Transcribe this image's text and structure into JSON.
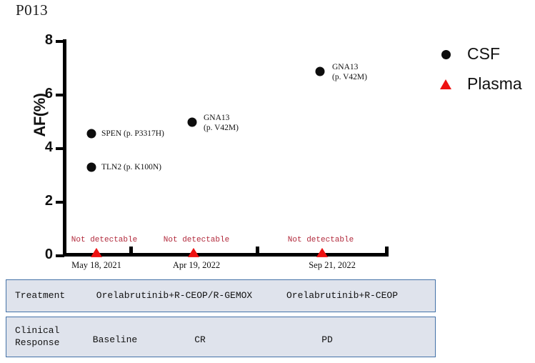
{
  "chart_data": {
    "type": "scatter",
    "title": "P013",
    "xlabel": "",
    "ylabel": "AF(%)",
    "ylim": [
      0,
      8
    ],
    "yticks": [
      0,
      2,
      4,
      6,
      8
    ],
    "grid": false,
    "legend_position": "top-right",
    "categories": [
      "May 18, 2021",
      "Apr 19, 2022",
      "Sep 21, 2022"
    ],
    "series": [
      {
        "name": "CSF",
        "marker": "circle",
        "color": "#0d0d0d",
        "points": [
          {
            "x_category": "May 18, 2021",
            "value": 4.4,
            "gene": "SPEN",
            "variant": "(p. P3317H)",
            "label": "SPEN (p. P3317H)"
          },
          {
            "x_category": "May 18, 2021",
            "value": 3.25,
            "gene": "TLN2",
            "variant": "(p. K100N)",
            "label": "TLN2 (p. K100N)"
          },
          {
            "x_category": "Apr 19, 2022",
            "value": 5.0,
            "gene": "GNA13",
            "variant": "(p. V42M)",
            "label": "GNA13"
          },
          {
            "x_category": "Sep 21, 2022",
            "value": 6.75,
            "gene": "GNA13",
            "variant": "(p. V42M)",
            "label": "GNA13"
          }
        ]
      },
      {
        "name": "Plasma",
        "marker": "triangle",
        "color": "#ee1111",
        "points": [
          {
            "x_category": "May 18, 2021",
            "value": 0,
            "annotation": "Not detectable"
          },
          {
            "x_category": "Apr 19, 2022",
            "value": 0,
            "annotation": "Not detectable"
          },
          {
            "x_category": "Sep 21, 2022",
            "value": 0,
            "annotation": "Not detectable"
          }
        ]
      }
    ]
  },
  "title": "P013",
  "axis": {
    "ylabel": "AF(%)",
    "yticks": [
      "8",
      "6",
      "4",
      "2",
      "0"
    ]
  },
  "legend": {
    "items": [
      {
        "label": "CSF",
        "marker": "circle",
        "color": "#0d0d0d"
      },
      {
        "label": "Plasma",
        "marker": "triangle",
        "color": "#ee1111"
      }
    ]
  },
  "annotations": {
    "spen_line1": "SPEN (p. P3317H)",
    "tln2_line1": "TLN2 (p. K100N)",
    "gna13_mid_line1": "GNA13",
    "gna13_mid_line2": "(p.  V42M)",
    "gna13_top_line1": "GNA13",
    "gna13_top_line2": "(p.  V42M)",
    "not_detectable_1": "Not detectable",
    "not_detectable_2": "Not detectable",
    "not_detectable_3": "Not detectable"
  },
  "dates": {
    "d1": "May 18, 2021",
    "d2": "Apr 19, 2022",
    "d3": "Sep 21, 2022"
  },
  "table": {
    "treatment": {
      "header": "Treatment",
      "cells": [
        "Orelabrutinib+R-CEOP/R-GEMOX",
        "Orelabrutinib+R-CEOP"
      ]
    },
    "response": {
      "header_line1": "Clinical",
      "header_line2": "Response",
      "cells": [
        "Baseline",
        "CR",
        "PD"
      ]
    }
  },
  "colors": {
    "csf_marker": "#0d0d0d",
    "plasma_marker": "#ee1111",
    "not_detectable_text": "#b22a3c",
    "table_fill": "#dfe3ec",
    "table_border": "#4472a8"
  }
}
